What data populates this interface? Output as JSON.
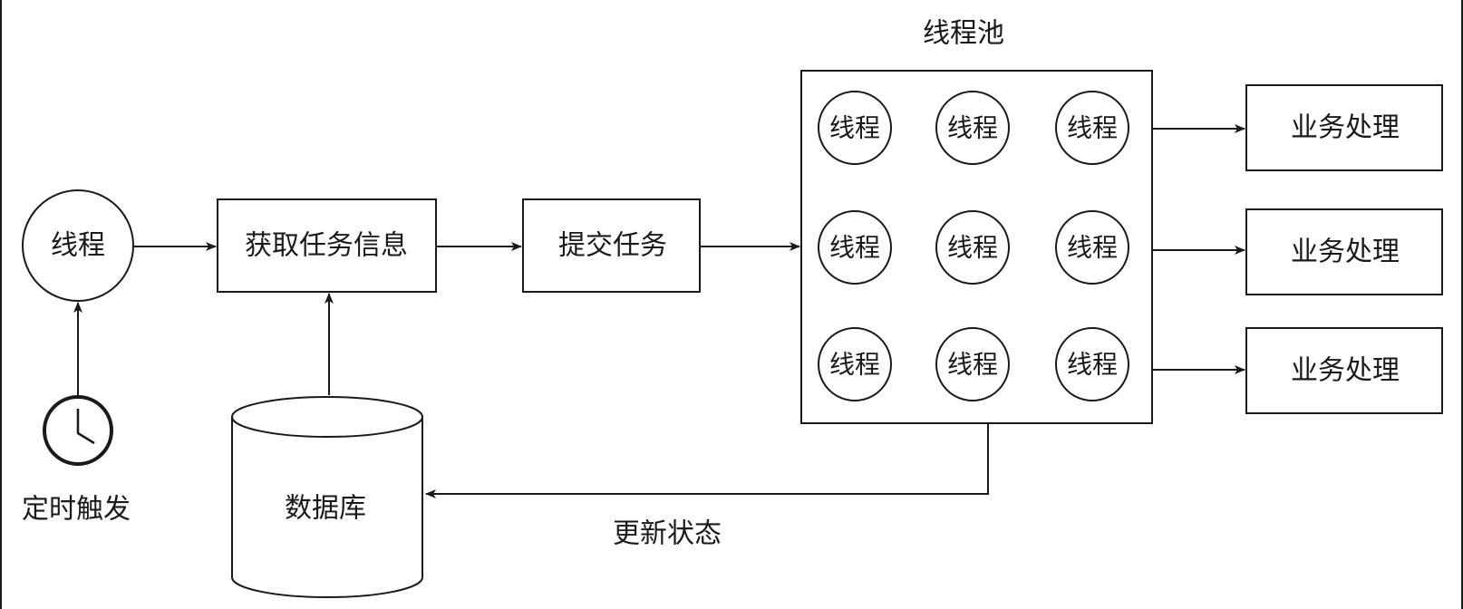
{
  "diagram": {
    "pool_title": "线程池",
    "main_thread": "线程",
    "get_task": "获取任务信息",
    "submit_task": "提交任务",
    "pool_threads": [
      "线程",
      "线程",
      "线程",
      "线程",
      "线程",
      "线程",
      "线程",
      "线程",
      "线程"
    ],
    "business": [
      "业务处理",
      "业务处理",
      "业务处理"
    ],
    "timer_label": "定时触发",
    "database": "数据库",
    "update_status": "更新状态"
  }
}
